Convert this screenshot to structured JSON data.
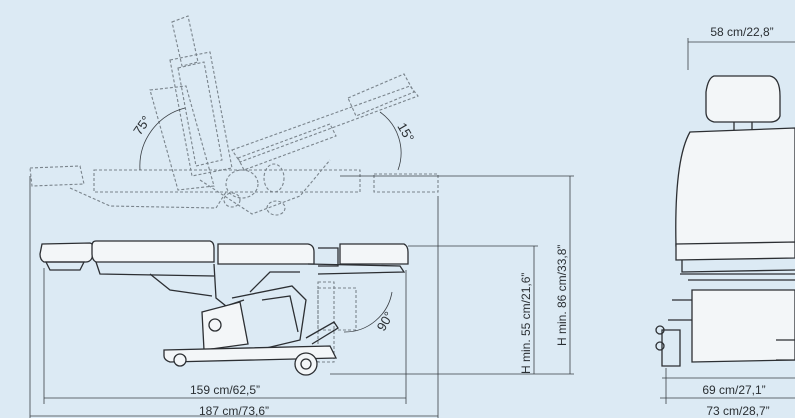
{
  "colors": {
    "background": "#dceaf4",
    "line": "#2c2f33",
    "dashed": "#7a848c",
    "fill": "#f3f6f8"
  },
  "dimensions": {
    "length_min": "159 cm/62,5”",
    "length_max": "187 cm/73,6”",
    "height_min_seat": "H min. 55 cm/21,6”",
    "height_min_total": "H min. 86 cm/33,8”",
    "width_top": "58 cm/22,8”",
    "width_inner": "69 cm/27,1”",
    "width_outer": "73 cm/28,7”"
  },
  "angles": {
    "backrest": "75°",
    "legrest_up": "15°",
    "legrest_down": "90°"
  }
}
